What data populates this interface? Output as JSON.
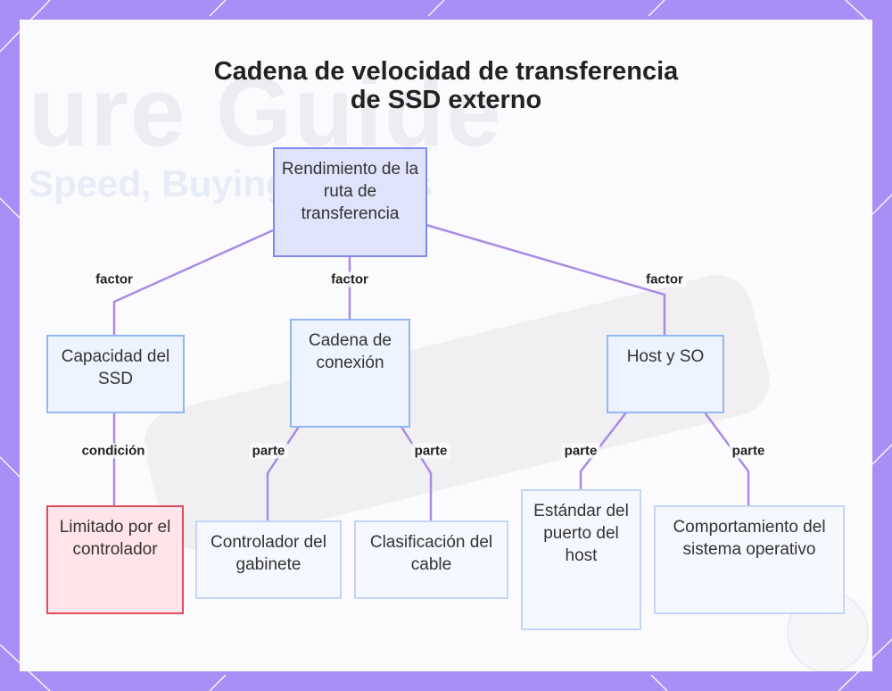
{
  "diagram": {
    "title_line1": "Cadena de velocidad de transferencia",
    "title_line2": "de SSD externo",
    "nodes": {
      "root": "Rendimiento de la ruta de transferencia",
      "ssd_capacity": "Capacidad del SSD",
      "connection_chain": "Cadena de conexión",
      "host_os": "Host y SO",
      "controller_limited": "Limitado por el controlador",
      "enclosure_controller": "Controlador del gabinete",
      "cable_rating": "Clasificación del cable",
      "host_port": "Estándar del puerto del host",
      "os_behavior": "Comportamiento del sistema operativo"
    },
    "edges": {
      "root_to_ssd": "factor",
      "root_to_chain": "factor",
      "root_to_host": "factor",
      "ssd_to_limited": "condición",
      "chain_to_enclosure": "parte",
      "chain_to_cable": "parte",
      "host_to_port": "parte",
      "host_to_os": "parte"
    }
  },
  "background": {
    "watermark_large": "ure Guide",
    "watermark_small": "Speed, Buying Checks"
  },
  "colors": {
    "frame": "#a98ef5",
    "edge": "#a98be4",
    "root_fill": "#dfe3fb",
    "node_fill": "#eef4ff",
    "alert_border": "#e04c5c",
    "alert_fill": "#ffe5e9"
  }
}
